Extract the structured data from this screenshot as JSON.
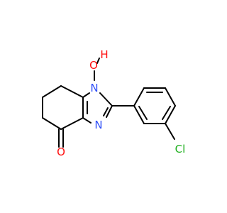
{
  "atoms": {
    "oxygen_hydroxyl": "O",
    "hydrogen_hydroxyl": "H",
    "nitrogen_1": "N",
    "nitrogen_3": "N",
    "oxygen_carbonyl": "O",
    "chlorine": "Cl"
  },
  "colors": {
    "bond": "#000000",
    "oxygen": "#ff0d0d",
    "nitrogen": "#3050f8",
    "chlorine": "#1fb01f"
  }
}
